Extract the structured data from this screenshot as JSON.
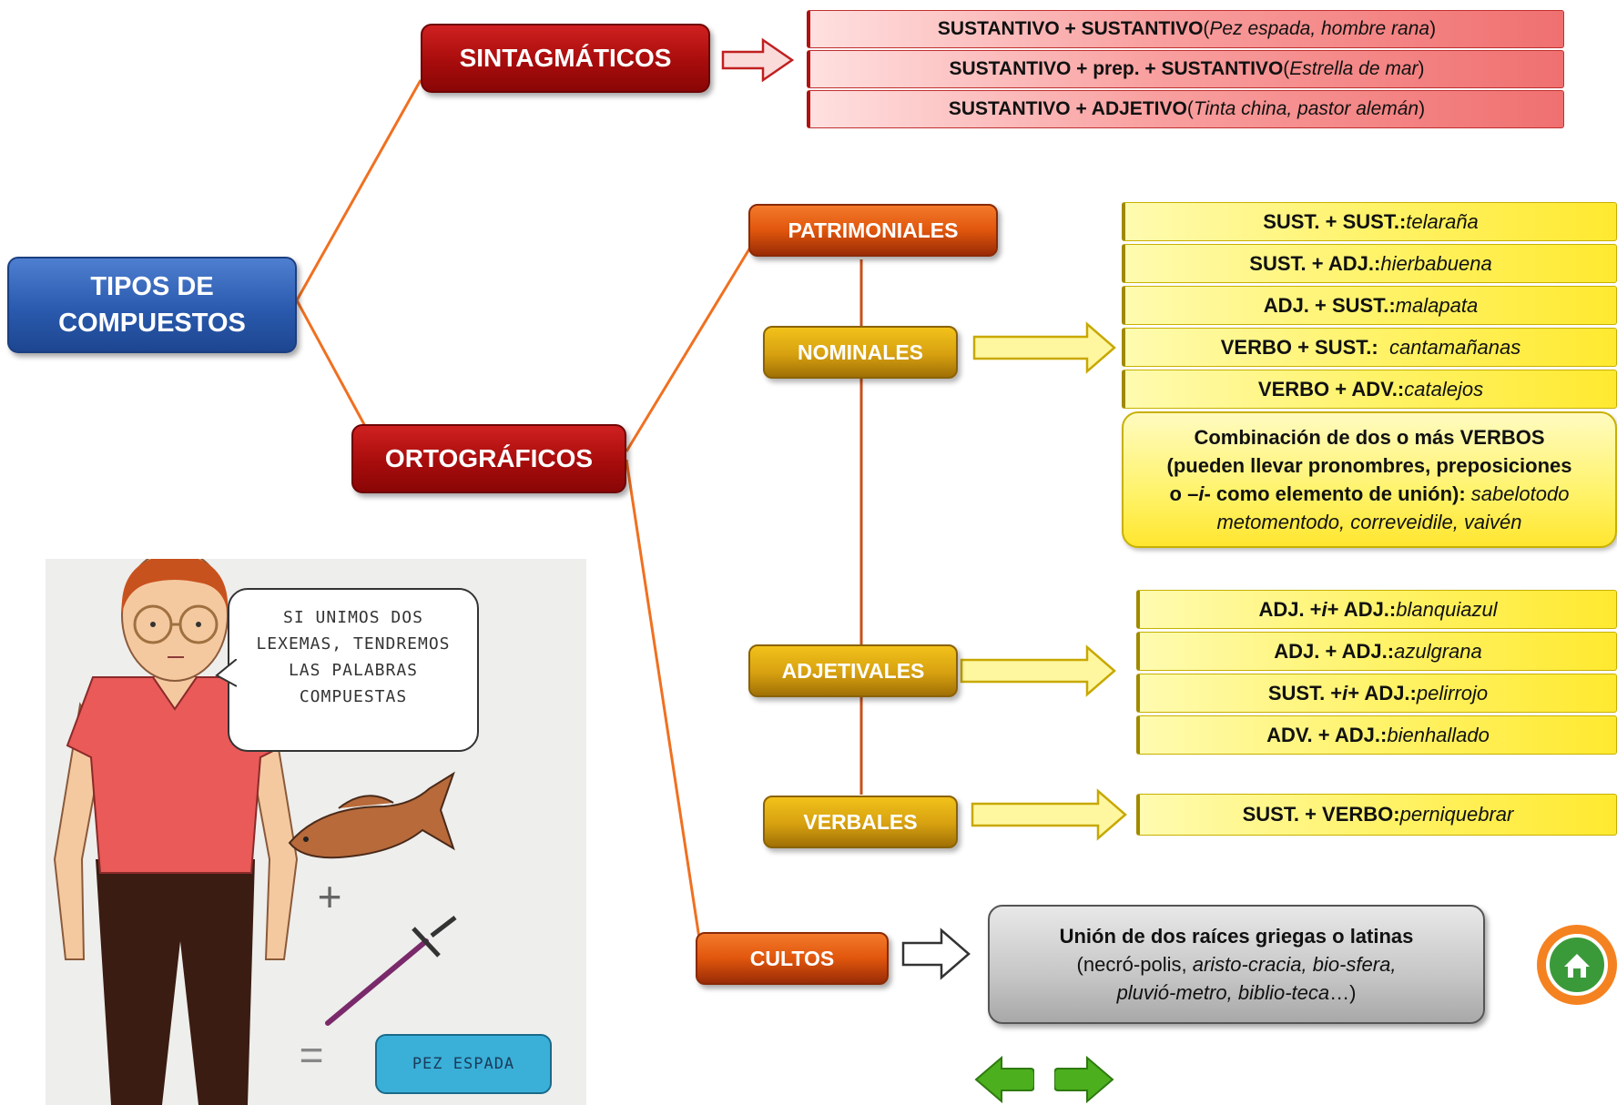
{
  "root": "TIPOS DE COMPUESTOS",
  "sintagmaticos": {
    "label": "SINTAGMÁTICOS",
    "rows": [
      {
        "bold": "SUSTANTIVO + SUSTANTIVO",
        "pre": " (",
        "ex": "Pez espada, hombre rana",
        "post": ")"
      },
      {
        "bold": "SUSTANTIVO + prep. + SUSTANTIVO",
        "pre": " (",
        "ex": "Estrella de mar",
        "post": ")"
      },
      {
        "bold": "SUSTANTIVO + ADJETIVO",
        "pre": " (",
        "ex": "Tinta china, pastor alemán",
        "post": ")"
      }
    ]
  },
  "ortograficos": {
    "label": "ORTOGRÁFICOS",
    "patrimoniales": "PATRIMONIALES",
    "nominales": {
      "label": "NOMINALES",
      "rows": [
        {
          "bold": "SUST. + SUST.:",
          "ex": " telaraña"
        },
        {
          "bold": "SUST. + ADJ.:",
          "ex": " hierbabuena"
        },
        {
          "bold": "ADJ. + SUST.:",
          "ex": " malapata"
        },
        {
          "bold": "VERBO + SUST.:",
          "ex": "  cantamañanas"
        },
        {
          "bold": "VERBO + ADV.:",
          "ex": " catalejos"
        }
      ],
      "combo": {
        "line1": "Combinación de dos o más VERBOS",
        "line2": "(pueden llevar pronombres, preposiciones",
        "line3_a": "o –",
        "line3_i": "i",
        "line3_b": "- como elemento de unión):",
        "line3_ex": " sabelotodo",
        "line4": "metomentodo, correveidile, vaivén"
      }
    },
    "adjetivales": {
      "label": "ADJETIVALES",
      "rows": [
        {
          "a": "ADJ. + ",
          "i": "i",
          "b": " + ADJ.:",
          "ex": " blanquiazul"
        },
        {
          "a": "ADJ. + ADJ.:",
          "i": "",
          "b": "",
          "ex": " azulgrana"
        },
        {
          "a": "SUST. + ",
          "i": "i",
          "b": " + ADJ.:",
          "ex": " pelirrojo"
        },
        {
          "a": "ADV. + ADJ.:",
          "i": "",
          "b": "",
          "ex": " bienhallado"
        }
      ]
    },
    "verbales": {
      "label": "VERBALES",
      "row": {
        "bold": "SUST. + VERBO:",
        "ex": " perniquebrar"
      }
    },
    "cultos": {
      "label": "CULTOS",
      "title": "Unión de dos raíces griegas o latinas",
      "line2_a": "(necró-polis, ",
      "line2_b": "aristo-cracia, bio-sfera,",
      "line3_a": "pluvió-metro, biblio-teca",
      "line3_b": "…)"
    }
  },
  "illustration": {
    "speech": "SI UNIMOS DOS LEXEMAS, TENDREMOS LAS PALABRAS COMPUESTAS",
    "plus": "+",
    "equals": "=",
    "result": "PEZ ESPADA"
  },
  "colors": {
    "root": "#2a5aae",
    "sintagmaticos": "#a80c0c",
    "connector": "#f07020",
    "nav_green": "#4caf1e",
    "home_ring": "#f58220"
  },
  "nav": {
    "back_icon": "arrow-left-icon",
    "next_icon": "arrow-right-icon",
    "home_icon": "home-icon"
  }
}
